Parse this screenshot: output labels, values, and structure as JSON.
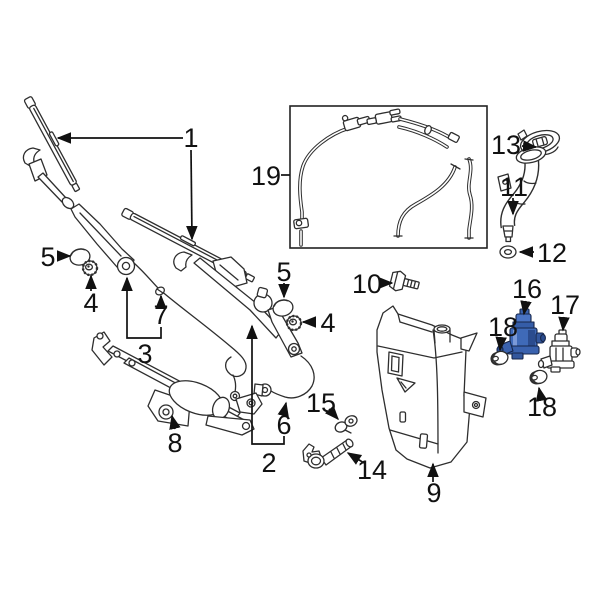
{
  "diagram": {
    "type": "exploded-parts-diagram",
    "subject": "windshield wiper and washer system components",
    "colors": {
      "background": "#ffffff",
      "line": "#2e2e2e",
      "callout": "#111111",
      "highlight": "#3f6ab8",
      "highlight_dark": "#2b4c8e",
      "highlight_light": "#7b9ad8"
    },
    "inset_box": {
      "present": true
    },
    "labels": [
      {
        "id": "callout-1",
        "text": "1"
      },
      {
        "id": "callout-19",
        "text": "19"
      },
      {
        "id": "callout-13",
        "text": "13"
      },
      {
        "id": "callout-11",
        "text": "11"
      },
      {
        "id": "callout-12",
        "text": "12"
      },
      {
        "id": "callout-5-left",
        "text": "5"
      },
      {
        "id": "callout-4-left",
        "text": "4"
      },
      {
        "id": "callout-7",
        "text": "7"
      },
      {
        "id": "callout-3",
        "text": "3"
      },
      {
        "id": "callout-5-center",
        "text": "5"
      },
      {
        "id": "callout-4-center",
        "text": "4"
      },
      {
        "id": "callout-10",
        "text": "10"
      },
      {
        "id": "callout-8",
        "text": "8"
      },
      {
        "id": "callout-2",
        "text": "2"
      },
      {
        "id": "callout-6",
        "text": "6"
      },
      {
        "id": "callout-9",
        "text": "9"
      },
      {
        "id": "callout-15",
        "text": "15"
      },
      {
        "id": "callout-14",
        "text": "14"
      },
      {
        "id": "callout-16",
        "text": "16"
      },
      {
        "id": "callout-17",
        "text": "17"
      },
      {
        "id": "callout-18-left",
        "text": "18"
      },
      {
        "id": "callout-18-bottom",
        "text": "18"
      }
    ]
  }
}
